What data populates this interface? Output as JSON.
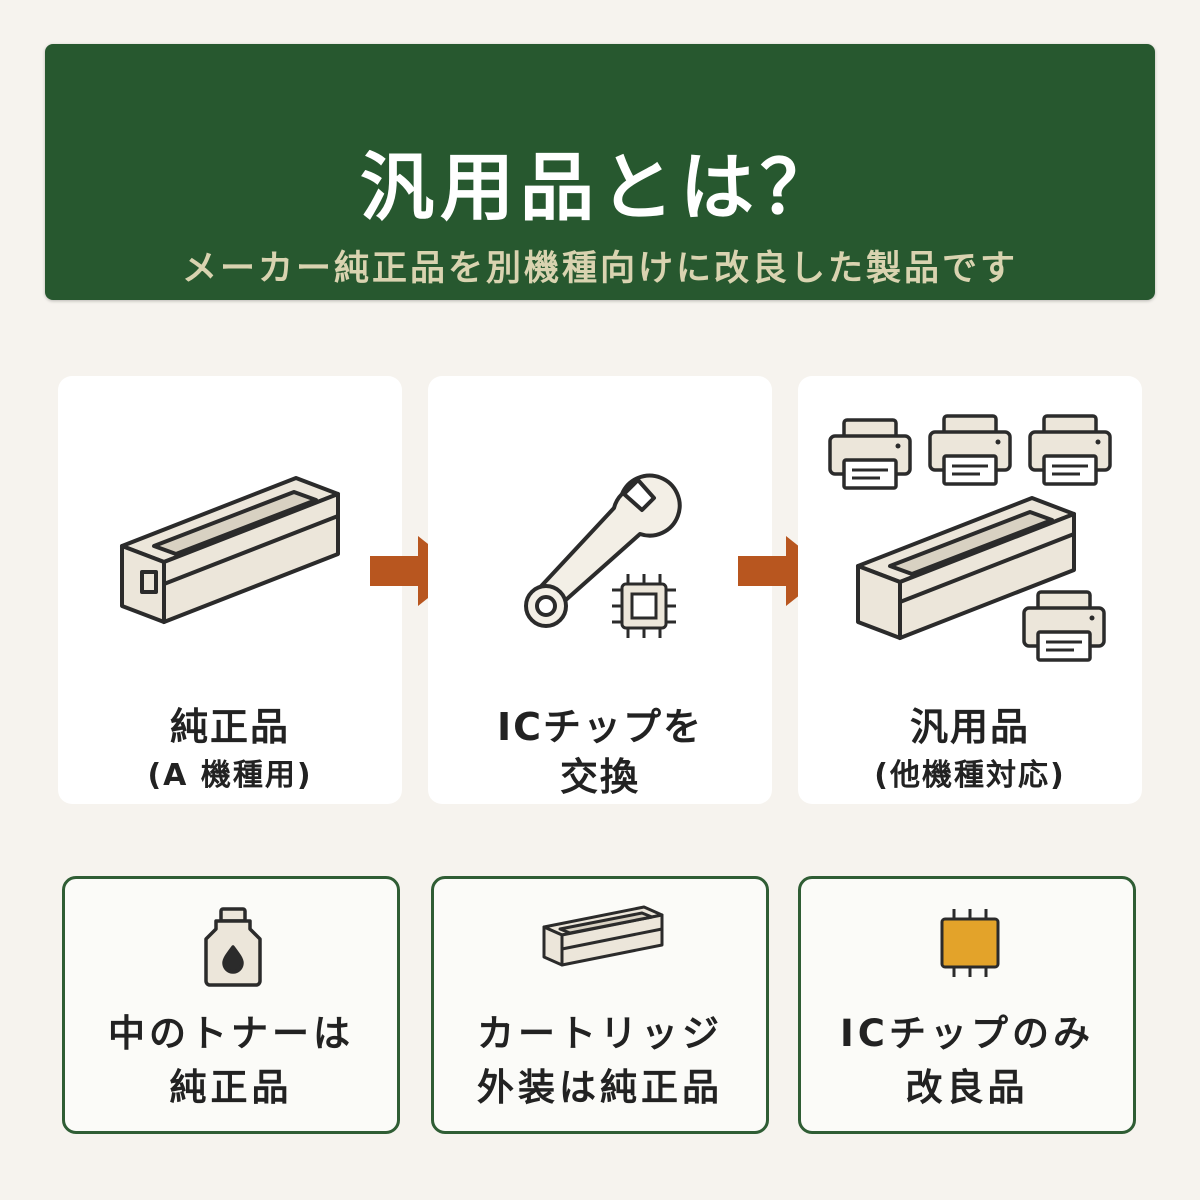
{
  "header": {
    "title": "汎用品とは？",
    "subtitle": "メーカー純正品を別機種向けに改良した製品です"
  },
  "steps": [
    {
      "line1": "純正品",
      "line2": "(A 機種用)"
    },
    {
      "line1": "ICチップを",
      "line2": "交換"
    },
    {
      "line1": "汎用品",
      "line2": "(他機種対応)"
    }
  ],
  "features": [
    {
      "line1": "中のトナーは",
      "line2": "純正品",
      "icon": "toner-bottle-icon"
    },
    {
      "line1": "カートリッジ",
      "line2": "外装は純正品",
      "icon": "cartridge-icon"
    },
    {
      "line1": "ICチップのみ",
      "line2": "改良品",
      "icon": "ic-chip-icon"
    }
  ],
  "colors": {
    "banner": "#27582f",
    "subtitle": "#d9d3b0",
    "arrow": "#b8561f",
    "chip_gold": "#e3a32a",
    "border_green": "#2f5d34"
  }
}
